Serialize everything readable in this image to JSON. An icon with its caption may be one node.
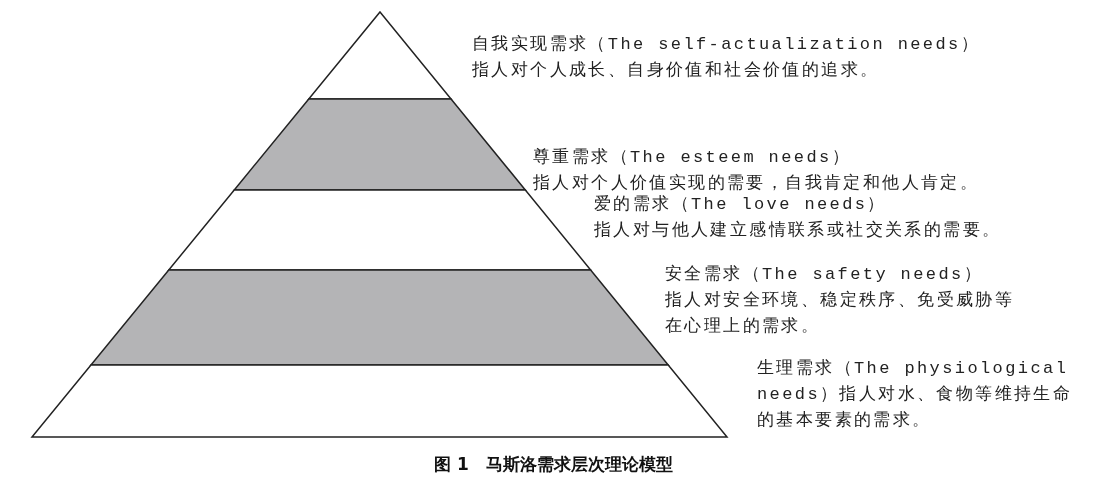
{
  "diagram": {
    "caption": "图 1　马斯洛需求层次理论模型",
    "nodes": [
      {
        "text": [
          "自我实现需求（The self-actualization needs）",
          "指人对个人成长、自身价值和社会价值的追求。"
        ]
      },
      {
        "text": [
          "尊重需求（The esteem needs）",
          "指人对个人价值实现的需要，自我肯定和他人肯定。"
        ]
      },
      {
        "text": [
          "爱的需求（The love needs）",
          "指人对与他人建立感情联系或社交关系的需要。"
        ]
      },
      {
        "text": [
          "安全需求（The safety needs）",
          "指人对安全环境、稳定秩序、免受威胁等在心理上的需求。"
        ]
      },
      {
        "text": [
          "生理需求（The physiological needs）指人对水、食物等维持生命的基本要素的需求。"
        ]
      }
    ]
  }
}
